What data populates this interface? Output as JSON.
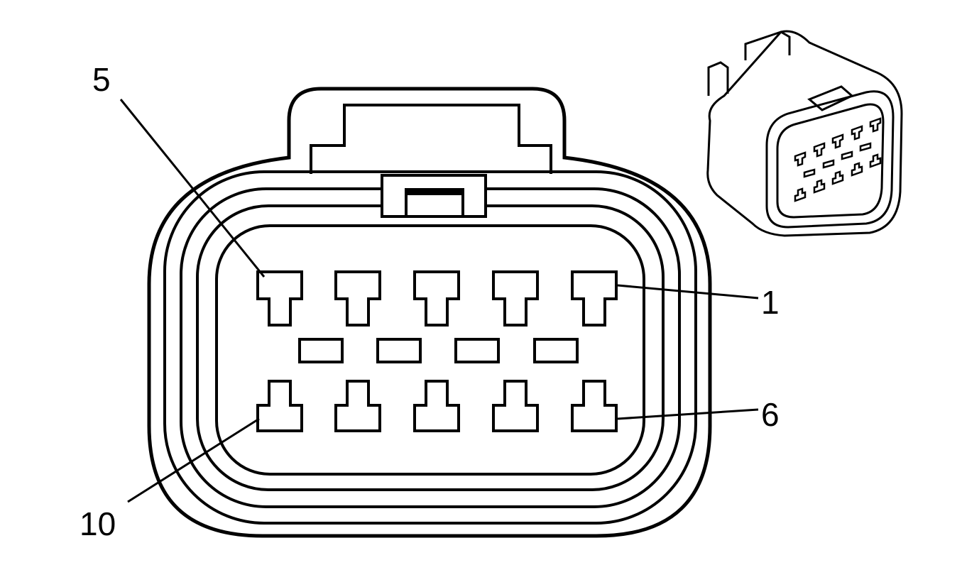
{
  "diagram": {
    "labels": {
      "pin_5": "5",
      "pin_1": "1",
      "pin_6": "6",
      "pin_10": "10"
    },
    "connector": {
      "top_row_terminals": 5,
      "middle_row_slots": 4,
      "bottom_row_terminals": 5
    },
    "colors": {
      "line": "#000000",
      "background": "#ffffff"
    }
  }
}
